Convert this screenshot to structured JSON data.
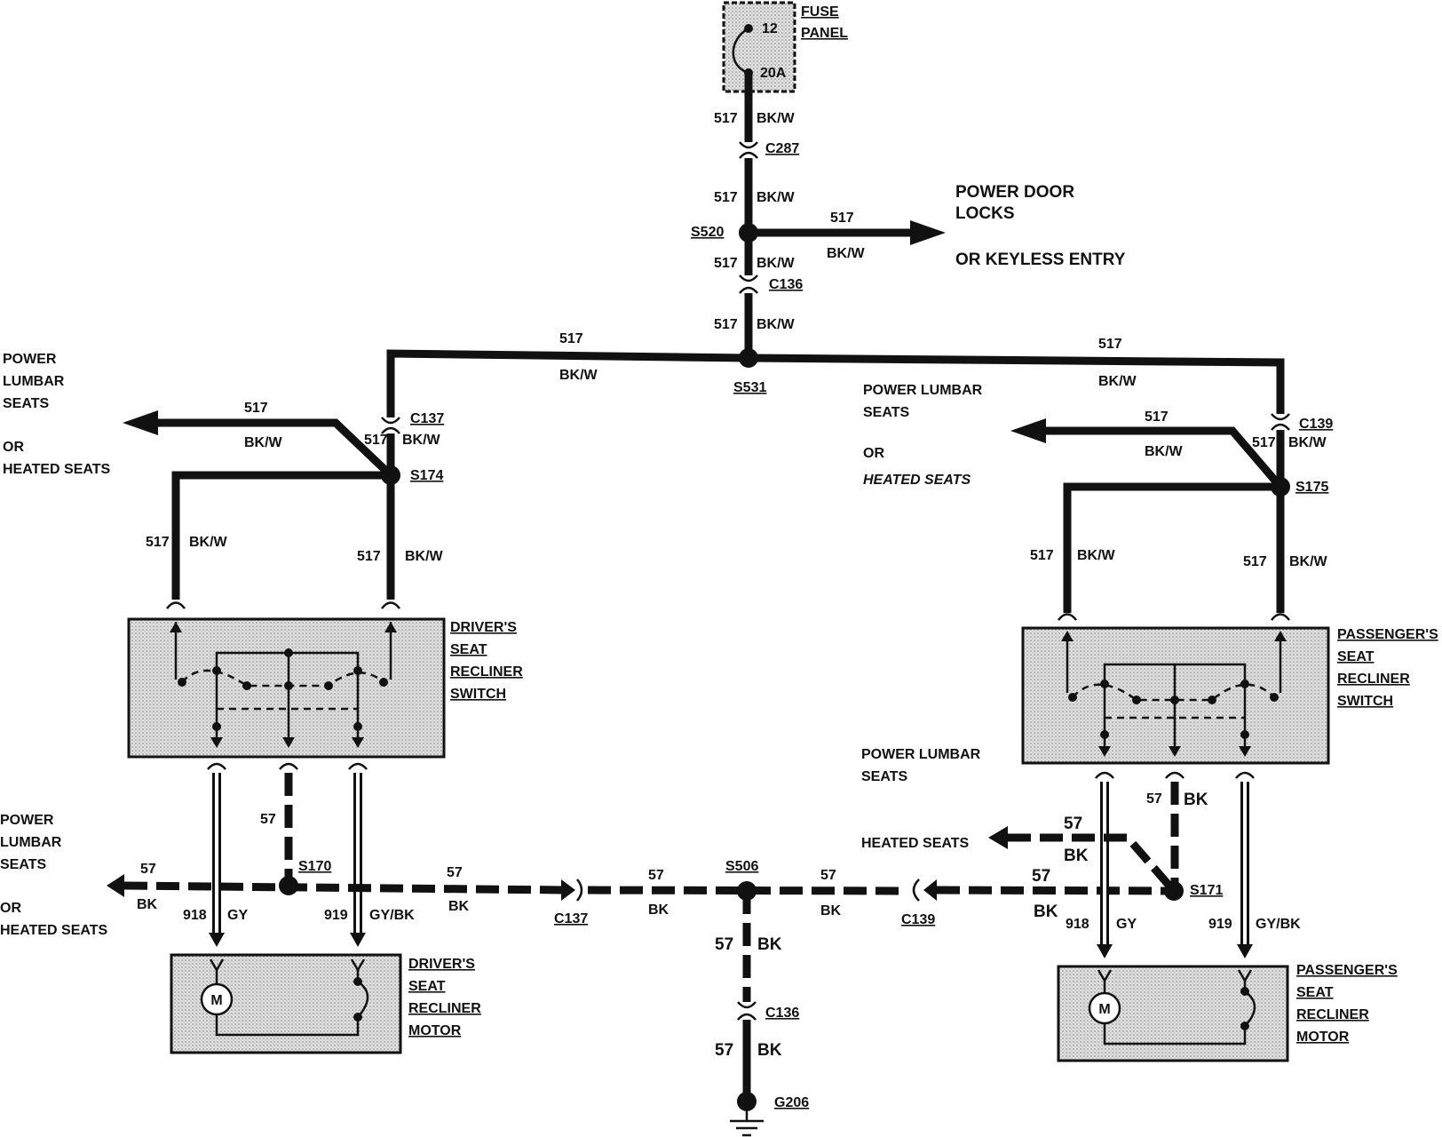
{
  "fuse_panel": {
    "label_1": "FUSE",
    "label_2": "PANEL",
    "fuse_number": "12",
    "rating": "20A"
  },
  "wire_517": {
    "circuit": "517",
    "color": "BK/W"
  },
  "wire_57": {
    "circuit": "57",
    "color": "BK"
  },
  "wire_918": {
    "circuit": "918",
    "color": "GY"
  },
  "wire_919": {
    "circuit": "919",
    "color": "GY/BK"
  },
  "connectors": {
    "c287": "C287",
    "c136": "C136",
    "c137": "C137",
    "c139": "C139"
  },
  "splices": {
    "s520": "S520",
    "s531": "S531",
    "s174": "S174",
    "s175": "S175",
    "s170": "S170",
    "s171": "S171",
    "s506": "S506"
  },
  "ground": "G206",
  "power_door_locks": {
    "line1": "POWER DOOR",
    "line2": "LOCKS",
    "line3": "OR KEYLESS ENTRY"
  },
  "left_option": {
    "line1": "POWER",
    "line2": "LUMBAR",
    "line3": "SEATS",
    "line4": "OR",
    "line5": "HEATED SEATS"
  },
  "right_upper_option": {
    "line1": "POWER LUMBAR",
    "line2": "SEATS",
    "line3": "OR",
    "line4": "HEATED SEATS"
  },
  "right_lower_option": {
    "line1": "POWER LUMBAR",
    "line2": "SEATS",
    "line3": "HEATED SEATS"
  },
  "driver_switch": {
    "line1": "DRIVER'S",
    "line2": "SEAT",
    "line3": "RECLINER",
    "line4": "SWITCH"
  },
  "passenger_switch": {
    "line1": "PASSENGER'S",
    "line2": "SEAT",
    "line3": "RECLINER",
    "line4": "SWITCH"
  },
  "driver_motor": {
    "line1": "DRIVER'S",
    "line2": "SEAT",
    "line3": "RECLINER",
    "line4": "MOTOR"
  },
  "passenger_motor": {
    "line1": "PASSENGER'S",
    "line2": "SEAT",
    "line3": "RECLINER",
    "line4": "MOTOR"
  },
  "motor_symbol": "M"
}
